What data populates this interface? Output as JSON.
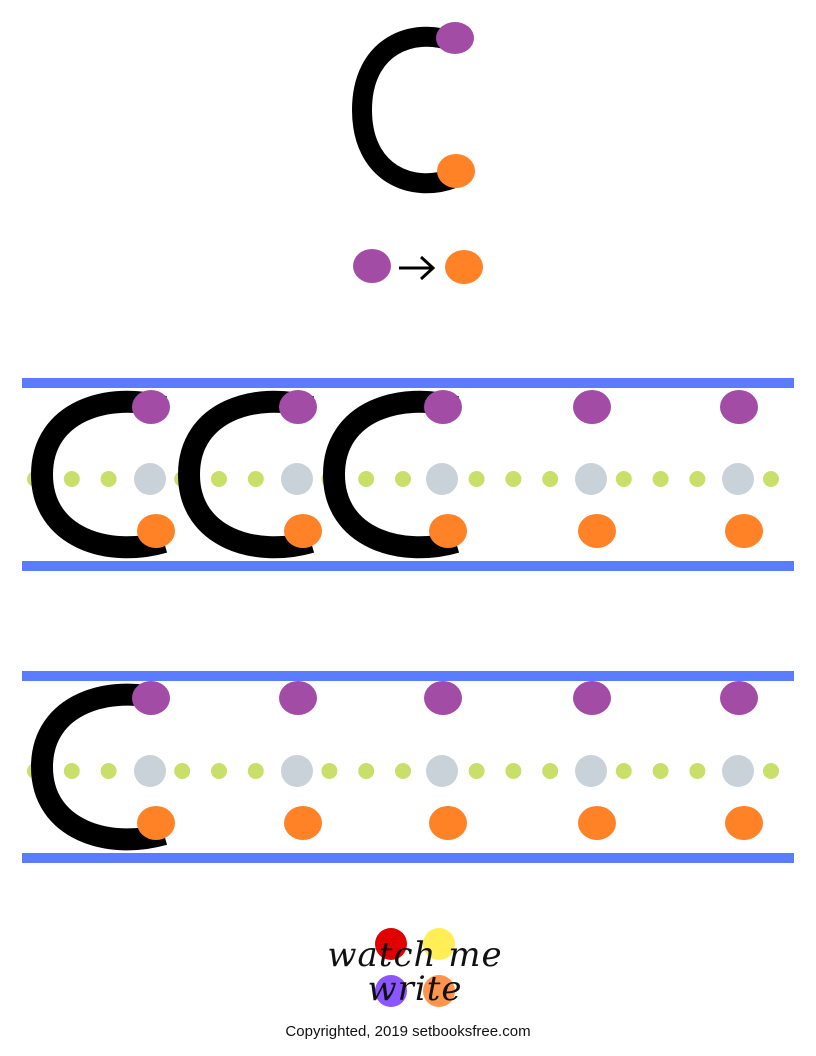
{
  "worksheet": {
    "letter": "c",
    "start_dot_color": "#a24ca6",
    "end_dot_color": "#ff8227",
    "stroke_arrow_icon": "right-arrow-icon"
  },
  "guidelines": {
    "line_color": "#5a7dff",
    "midline_dot_color": "#c8e06a",
    "midline_anchor_color": "#c9d1d9"
  },
  "rows": [
    {
      "traced_letters": 3,
      "dot_slots": 5
    },
    {
      "traced_letters": 1,
      "dot_slots": 5
    }
  ],
  "logo": {
    "text": "watch me write",
    "dot_colors": [
      "#e00000",
      "#ffee55",
      "#8b55ff",
      "#ff944d"
    ]
  },
  "footer": {
    "copyright": "Copyrighted, 2019 setbooksfree.com"
  }
}
